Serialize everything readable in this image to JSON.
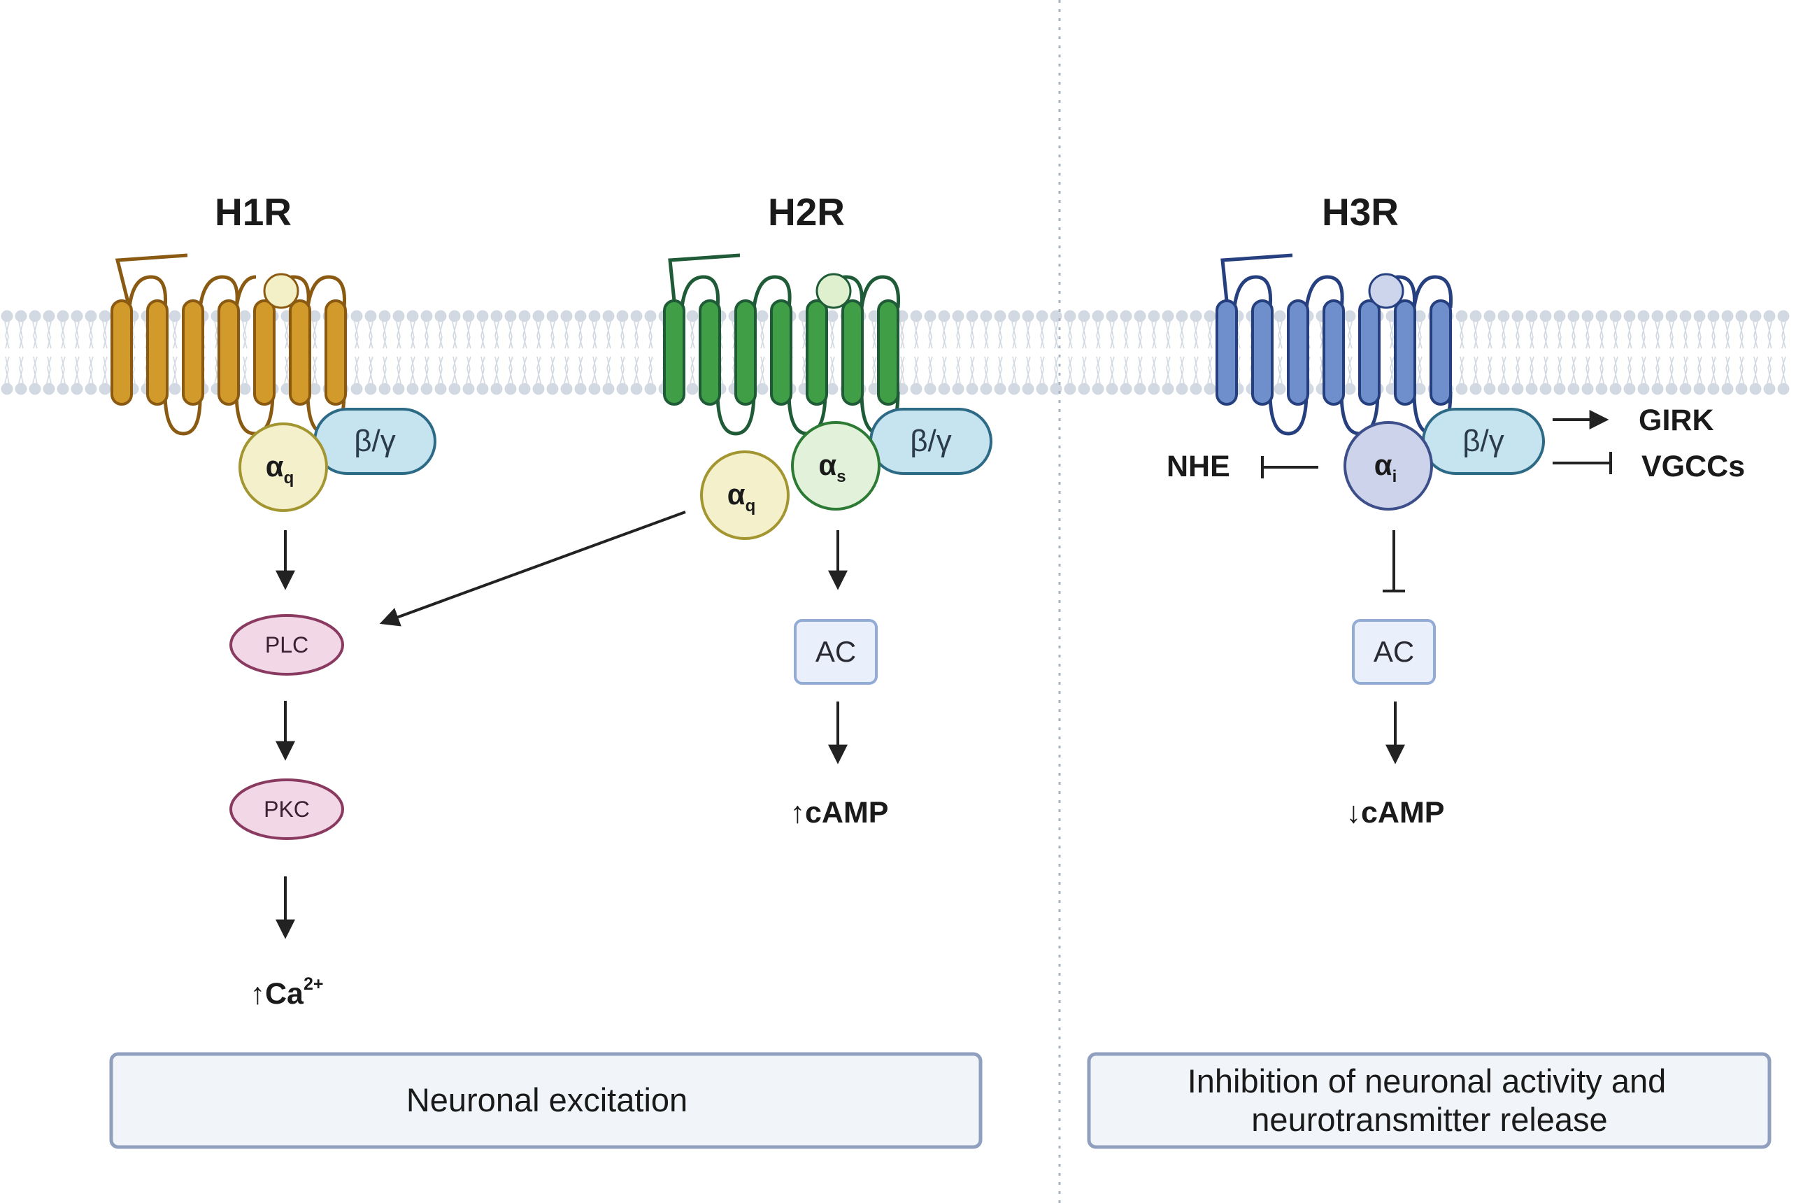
{
  "colors": {
    "membrane": "#d3d9e2",
    "h1r_fill": "#d19a2a",
    "h1r_stroke": "#8a5a12",
    "h2r_fill": "#3f9e46",
    "h2r_stroke": "#1e5b36",
    "h3r_fill": "#6e8fcc",
    "h3r_stroke": "#26407f",
    "gbg_fill": "#c6e3f0",
    "gbg_stroke": "#2d6a86",
    "plc_fill": "#f2d8e6",
    "plc_stroke": "#8a3a60",
    "ac_fill": "#e9f0fb",
    "ac_stroke": "#93acd6",
    "panel_fill": "#f1f4f9",
    "panel_stroke": "#8f9fbd",
    "arrow": "#222222"
  },
  "receptors": [
    {
      "name": "H1R",
      "alpha": {
        "letter": "α",
        "sub": "q"
      },
      "beta_gamma": "β/γ",
      "cascade": [
        "PLC",
        "PKC"
      ],
      "outcome": {
        "arrow": "↑",
        "text": "Ca",
        "sup": "2+"
      }
    },
    {
      "name": "H2R",
      "alpha": {
        "letter": "α",
        "sub": "s"
      },
      "alpha_q": {
        "letter": "α",
        "sub": "q"
      },
      "beta_gamma": "β/γ",
      "cascade": [
        "AC"
      ],
      "outcome": {
        "arrow": "↑",
        "text": "cAMP"
      }
    },
    {
      "name": "H3R",
      "alpha": {
        "letter": "α",
        "sub": "i"
      },
      "beta_gamma": "β/γ",
      "cascade": [
        "AC"
      ],
      "outcome": {
        "arrow": "↓",
        "text": "cAMP"
      },
      "effectors": {
        "left": "NHE",
        "right_activated": "GIRK",
        "right_inhibited": "VGCCs"
      }
    }
  ],
  "panels": {
    "left": "Neuronal excitation",
    "right_line1": "Inhibition of neuronal activity and",
    "right_line2": "neurotransmitter release"
  }
}
